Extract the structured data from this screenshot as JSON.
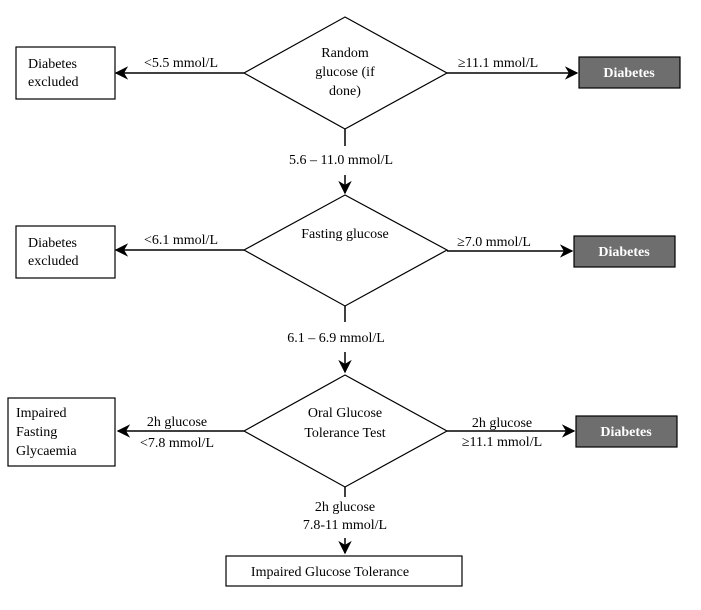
{
  "diagram": {
    "step1": {
      "decision_lines": [
        "Random",
        "glucose (if",
        "done)"
      ],
      "left_label": "<5.5 mmol/L",
      "left_box_lines": [
        "Diabetes",
        "excluded"
      ],
      "right_label": "≥11.1 mmol/L",
      "right_box": "Diabetes",
      "down_label": "5.6 – 11.0 mmol/L"
    },
    "step2": {
      "decision_lines": [
        "Fasting glucose"
      ],
      "left_label": "<6.1 mmol/L",
      "left_box_lines": [
        "Diabetes",
        "excluded"
      ],
      "right_label": "≥7.0 mmol/L",
      "right_box": "Diabetes",
      "down_label": "6.1 – 6.9 mmol/L"
    },
    "step3": {
      "decision_lines": [
        "Oral Glucose",
        "Tolerance Test"
      ],
      "left_label_lines": [
        "2h glucose",
        "<7.8 mmol/L"
      ],
      "left_box_lines": [
        "Impaired",
        "Fasting",
        "Glycaemia"
      ],
      "right_label_lines": [
        "2h glucose",
        "≥11.1 mmol/L"
      ],
      "right_box": "Diabetes",
      "down_label_lines": [
        "2h glucose",
        "7.8-11 mmol/L"
      ]
    },
    "final_box": "Impaired Glucose Tolerance",
    "colors": {
      "stroke": "#000000",
      "diabetes_box_fill": "#6e6e6e",
      "diabetes_box_text": "#ffffff",
      "background": "#ffffff"
    }
  }
}
